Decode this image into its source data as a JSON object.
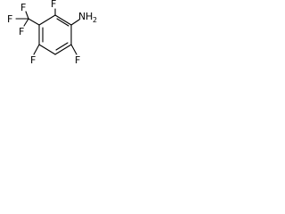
{
  "molecule": {
    "atoms": {
      "f_top": "F",
      "f_cf3_top": "F",
      "f_cf3_left": "F",
      "f_cf3_bottom": "F",
      "f_bottom_left": "F",
      "f_bottom_right": "F",
      "amine_n": "N",
      "amine_h": "H",
      "amine_h_count": "2"
    }
  }
}
